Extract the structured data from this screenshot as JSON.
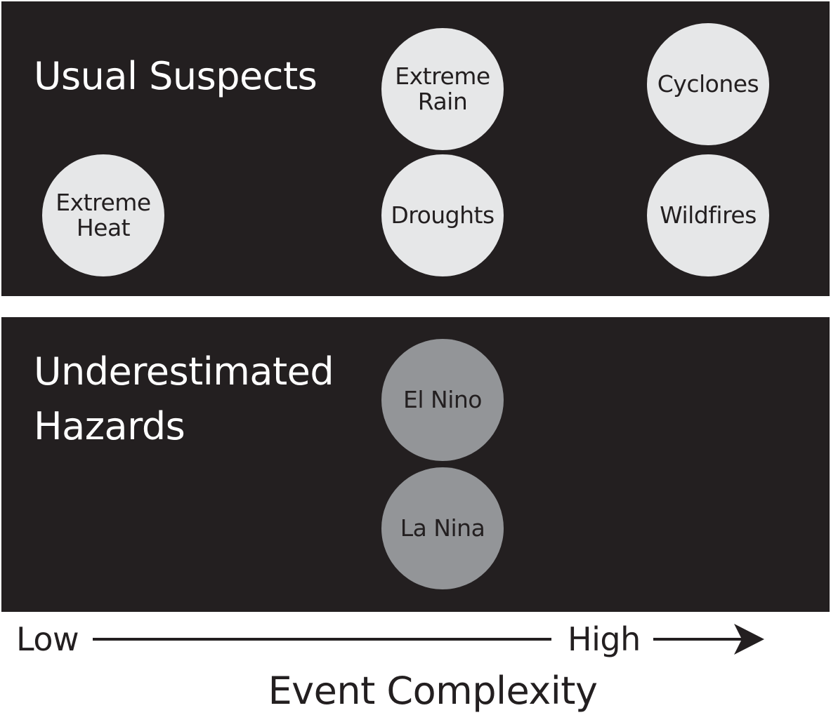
{
  "groups": [
    {
      "title": "Usual Suspects"
    },
    {
      "title": "Underestimated\nHazards"
    }
  ],
  "hazards": [
    {
      "label": "Extreme\nRain",
      "group": "Usual Suspects",
      "complexity": "middle"
    },
    {
      "label": "Cyclones",
      "group": "Usual Suspects",
      "complexity": "high"
    },
    {
      "label": "Extreme\nHeat",
      "group": "Usual Suspects",
      "complexity": "low"
    },
    {
      "label": "Droughts",
      "group": "Usual Suspects",
      "complexity": "middle"
    },
    {
      "label": "Wildfires",
      "group": "Usual Suspects",
      "complexity": "high"
    },
    {
      "label": "El Nino",
      "group": "Underestimated Hazards",
      "complexity": "middle"
    },
    {
      "label": "La Nina",
      "group": "Underestimated Hazards",
      "complexity": "middle"
    }
  ],
  "axis": {
    "low_label": "Low",
    "high_label": "High",
    "title": "Event Complexity"
  },
  "colors": {
    "panel_background": "#231f20",
    "usual_suspects_fill": "#e6e7e8",
    "underestimated_fill": "#939598",
    "title_text": "#ffffff",
    "axis_ink": "#231f20"
  }
}
